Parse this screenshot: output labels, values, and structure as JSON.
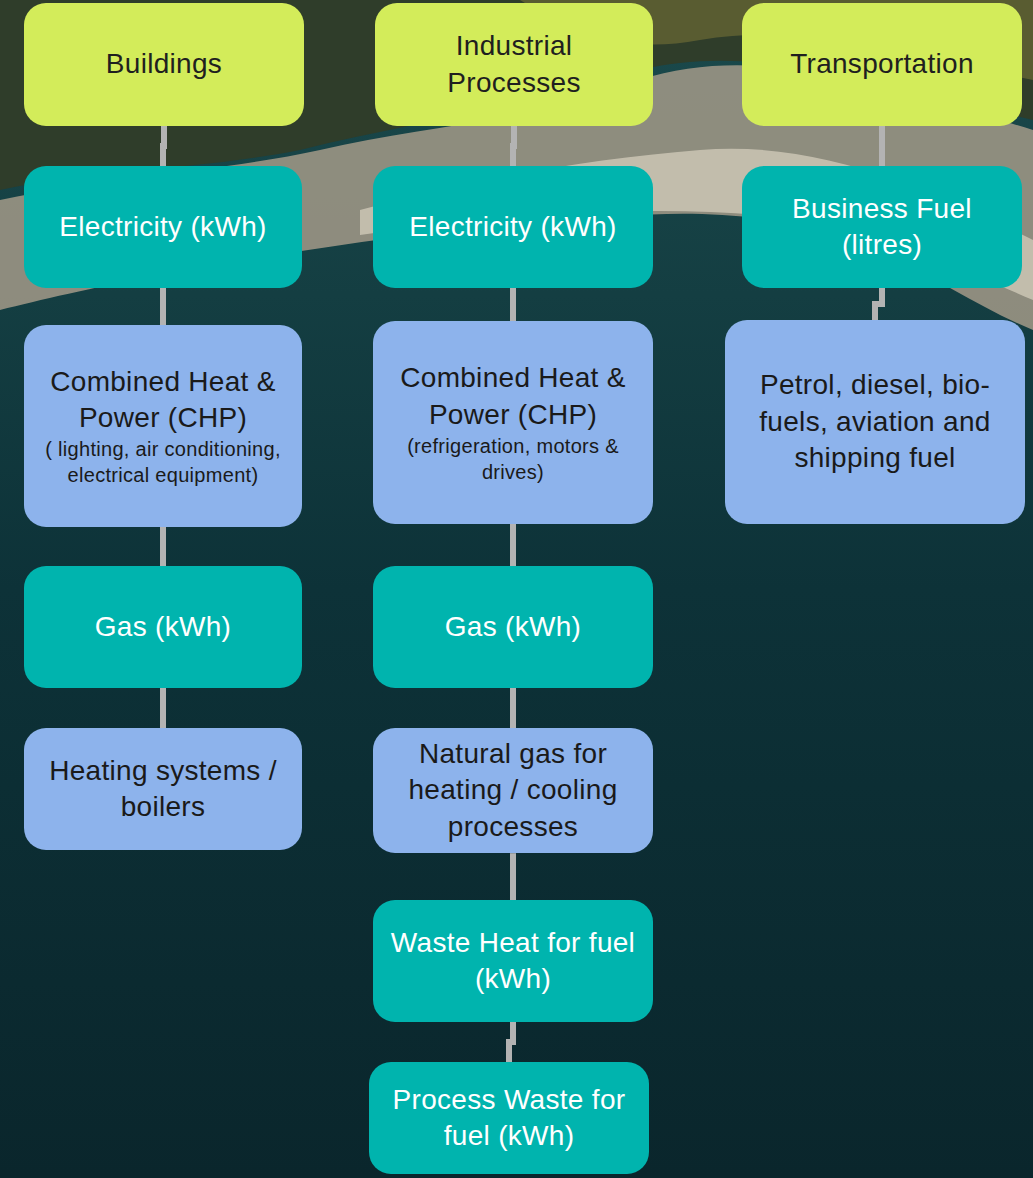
{
  "diagram": {
    "nodes": [
      {
        "text": [
          "Buildings"
        ]
      },
      {
        "text": [
          "Electricity (kWh)"
        ]
      },
      {
        "text": [
          "Combined Heat & Power (CHP)",
          "( lighting, air conditioning, electrical equipment)"
        ]
      },
      {
        "text": [
          "Gas (kWh)"
        ]
      },
      {
        "text": [
          "Heating systems / boilers"
        ]
      },
      {
        "text": [
          "Industrial Processes"
        ]
      },
      {
        "text": [
          "Electricity (kWh)"
        ]
      },
      {
        "text": [
          "Combined Heat & Power (CHP)",
          "(refrigeration, motors & drives)"
        ]
      },
      {
        "text": [
          "Gas (kWh)"
        ]
      },
      {
        "text": [
          "Natural gas for heating / cooling processes"
        ]
      },
      {
        "text": [
          "Waste Heat for fuel (kWh)"
        ]
      },
      {
        "text": [
          "Process Waste for fuel (kWh)"
        ]
      },
      {
        "text": [
          "Transportation"
        ]
      },
      {
        "text": [
          "Business Fuel (litres)"
        ]
      },
      {
        "text": [
          "Petrol, diesel, bio-fuels, aviation and shipping fuel"
        ]
      }
    ],
    "edges": [
      {
        "from": 0,
        "to": 1,
        "arrow": "none"
      },
      {
        "from": 1,
        "to": 2,
        "arrow": "none"
      },
      {
        "from": 2,
        "to": 3,
        "arrow": "none"
      },
      {
        "from": 3,
        "to": 4,
        "arrow": "none"
      },
      {
        "from": 5,
        "to": 6,
        "arrow": "none"
      },
      {
        "from": 6,
        "to": 7,
        "arrow": "none"
      },
      {
        "from": 7,
        "to": 8,
        "arrow": "none"
      },
      {
        "from": 8,
        "to": 9,
        "arrow": "none"
      },
      {
        "from": 9,
        "to": 10,
        "arrow": "none"
      },
      {
        "from": 10,
        "to": 11,
        "arrow": "none"
      },
      {
        "from": 12,
        "to": 13,
        "arrow": "none"
      },
      {
        "from": 13,
        "to": 14,
        "arrow": "none"
      }
    ]
  }
}
